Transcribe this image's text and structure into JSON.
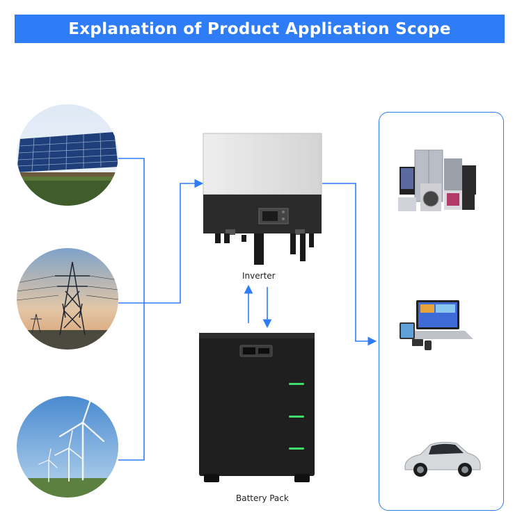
{
  "title": "Explanation of Product Application Scope",
  "inverter_label": "Inverter",
  "battery_label": "Battery Pack",
  "sources": [
    "solar-panels",
    "power-grid-tower",
    "wind-turbines"
  ],
  "loads": [
    "home-appliances",
    "laptop-and-tablet",
    "electric-car"
  ],
  "colors": {
    "accent": "#2e7cf6",
    "banner_text": "#ffffff"
  }
}
